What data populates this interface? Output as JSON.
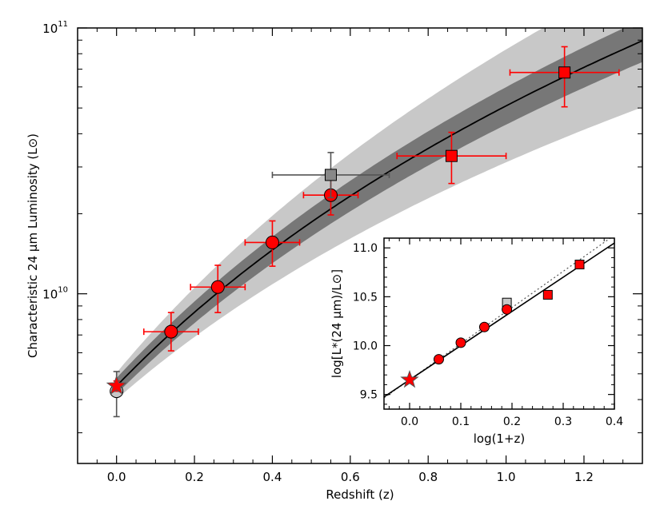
{
  "chart_data": [
    {
      "type": "scatter",
      "xlabel": "Redshift (z)",
      "ylabel": "Characteristic 24 μm Luminosity (L⊙)",
      "xlim": [
        -0.1,
        1.35
      ],
      "ylim": [
        2300000000.0,
        100000000000.0
      ],
      "yscale": "log",
      "x_ticks": [
        "0.0",
        "0.2",
        "0.4",
        "0.6",
        "0.8",
        "1.0",
        "1.2"
      ],
      "y_ticks": [
        {
          "base": "10",
          "exp": "10",
          "value": 10000000000.0
        },
        {
          "base": "10",
          "exp": "11",
          "value": 100000000000.0
        }
      ],
      "grid": false,
      "fit": {
        "model": "power law in (1+z)",
        "norm": 4500000000.0,
        "slope": 3.5,
        "inner_band_dex": [
          0.03,
          0.08
        ],
        "outer_band_dex": [
          0.05,
          0.25
        ],
        "line_color": "#000000",
        "inner_band_color": "#777777",
        "outer_band_color": "#c8c8c8"
      },
      "series": [
        {
          "marker": "circle",
          "color": "#ff0000",
          "points": [
            {
              "x": 0.14,
              "y": 7200000000.0,
              "xerr": 0.07,
              "ylo": 6100000000.0,
              "yhi": 8500000000.0
            },
            {
              "x": 0.26,
              "y": 10600000000.0,
              "xerr": 0.07,
              "ylo": 8500000000.0,
              "yhi": 12800000000.0
            },
            {
              "x": 0.4,
              "y": 15600000000.0,
              "xerr": 0.07,
              "ylo": 12700000000.0,
              "yhi": 18800000000.0
            },
            {
              "x": 0.55,
              "y": 23500000000.0,
              "xerr": 0.07,
              "ylo": 19800000000.0,
              "yhi": 27500000000.0
            }
          ]
        },
        {
          "marker": "square",
          "color": "#ff0000",
          "points": [
            {
              "x": 0.86,
              "y": 33000000000.0,
              "xerr": 0.14,
              "ylo": 26000000000.0,
              "yhi": 40500000000.0
            },
            {
              "x": 1.15,
              "y": 68000000000.0,
              "xerr": 0.14,
              "ylo": 50500000000.0,
              "yhi": 85000000000.0
            }
          ]
        },
        {
          "marker": "square",
          "color": "#888888",
          "points": [
            {
              "x": 0.55,
              "y": 28000000000.0,
              "xerr": 0.15,
              "ylo": 23000000000.0,
              "yhi": 34000000000.0
            }
          ]
        },
        {
          "marker": "circle",
          "color": "#c8c8c8",
          "points": [
            {
              "x": 0.0,
              "y": 4300000000.0,
              "xerr": 0,
              "ylo": 3450000000.0,
              "yhi": 5100000000.0
            }
          ]
        },
        {
          "marker": "star",
          "color": "#ff0000",
          "points": [
            {
              "x": 0.0,
              "y": 4500000000.0,
              "xerr": 0,
              "ylo": 4300000000.0,
              "yhi": 4700000000.0
            }
          ]
        }
      ]
    },
    {
      "type": "scatter",
      "inset": true,
      "xlabel": "log(1+z)",
      "ylabel": "log[L*(24 μm)/L⊙]",
      "xlim": [
        -0.05,
        0.4
      ],
      "ylim": [
        9.35,
        11.1
      ],
      "x_ticks": [
        "0.0",
        "0.1",
        "0.2",
        "0.3",
        "0.4"
      ],
      "y_ticks": [
        "9.5",
        "10.0",
        "10.5",
        "11.0"
      ],
      "solid_line": {
        "intercept": 9.65,
        "slope": 3.5
      },
      "dotted_line": {
        "intercept": 9.65,
        "slope": 3.7
      },
      "points": [
        {
          "x": 0.0,
          "y": 9.65,
          "marker": "star",
          "color": "#ff0000"
        },
        {
          "x": 0.057,
          "y": 9.86,
          "marker": "circle",
          "color": "#ff0000"
        },
        {
          "x": 0.1,
          "y": 10.03,
          "marker": "circle",
          "color": "#ff0000"
        },
        {
          "x": 0.146,
          "y": 10.19,
          "marker": "circle",
          "color": "#ff0000"
        },
        {
          "x": 0.19,
          "y": 10.44,
          "marker": "square",
          "color": "#c8c8c8"
        },
        {
          "x": 0.19,
          "y": 10.37,
          "marker": "circle",
          "color": "#ff0000"
        },
        {
          "x": 0.27,
          "y": 10.52,
          "marker": "square",
          "color": "#ff0000"
        },
        {
          "x": 0.332,
          "y": 10.83,
          "marker": "square",
          "color": "#ff0000"
        }
      ]
    }
  ]
}
